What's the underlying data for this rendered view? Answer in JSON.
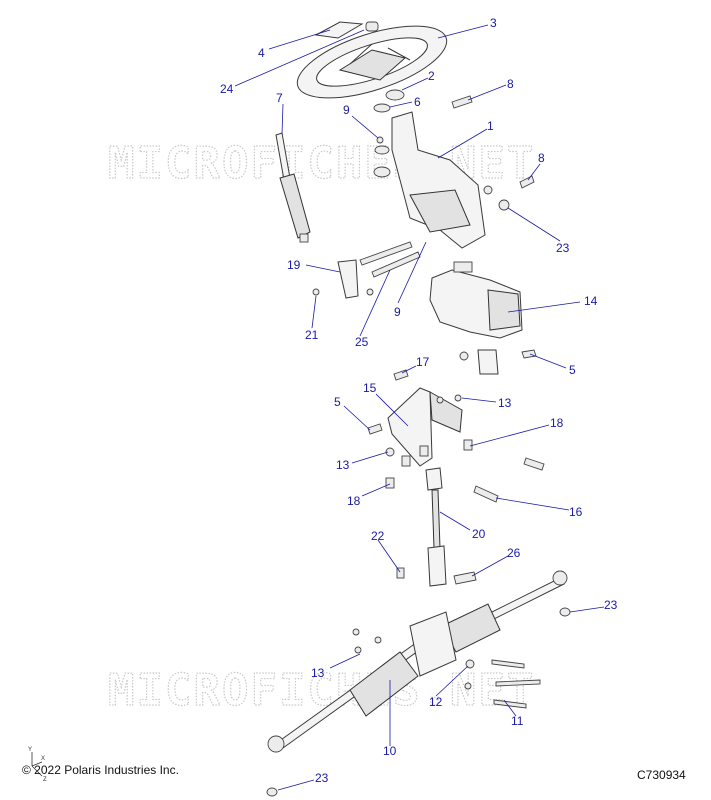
{
  "watermark": "MICROFICHES.NET",
  "footer": {
    "copyright": "© 2022 Polaris Industries Inc.",
    "drawing_id": "C730934"
  },
  "axis_triad": {
    "y": "Y",
    "x": "X",
    "z": "Z"
  },
  "callouts": [
    {
      "id": "c1",
      "label": "1"
    },
    {
      "id": "c2",
      "label": "2"
    },
    {
      "id": "c3",
      "label": "3"
    },
    {
      "id": "c4",
      "label": "4"
    },
    {
      "id": "c5a",
      "label": "5"
    },
    {
      "id": "c5b",
      "label": "5"
    },
    {
      "id": "c6",
      "label": "6"
    },
    {
      "id": "c7",
      "label": "7"
    },
    {
      "id": "c8a",
      "label": "8"
    },
    {
      "id": "c8b",
      "label": "8"
    },
    {
      "id": "c9a",
      "label": "9"
    },
    {
      "id": "c9b",
      "label": "9"
    },
    {
      "id": "c10",
      "label": "10"
    },
    {
      "id": "c11",
      "label": "11"
    },
    {
      "id": "c12",
      "label": "12"
    },
    {
      "id": "c13a",
      "label": "13"
    },
    {
      "id": "c13b",
      "label": "13"
    },
    {
      "id": "c13c",
      "label": "13"
    },
    {
      "id": "c14",
      "label": "14"
    },
    {
      "id": "c15",
      "label": "15"
    },
    {
      "id": "c16",
      "label": "16"
    },
    {
      "id": "c17",
      "label": "17"
    },
    {
      "id": "c18a",
      "label": "18"
    },
    {
      "id": "c18b",
      "label": "18"
    },
    {
      "id": "c19",
      "label": "19"
    },
    {
      "id": "c20",
      "label": "20"
    },
    {
      "id": "c21",
      "label": "21"
    },
    {
      "id": "c22",
      "label": "22"
    },
    {
      "id": "c23a",
      "label": "23"
    },
    {
      "id": "c23b",
      "label": "23"
    },
    {
      "id": "c23c",
      "label": "23"
    },
    {
      "id": "c24",
      "label": "24"
    },
    {
      "id": "c25",
      "label": "25"
    },
    {
      "id": "c26",
      "label": "26"
    }
  ]
}
